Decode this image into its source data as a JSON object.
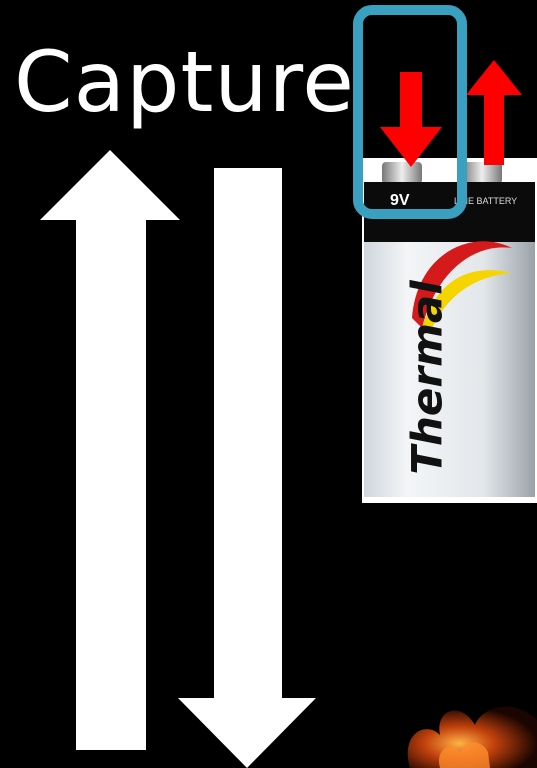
{
  "slide": {
    "title": "Capture",
    "background_color": "#000000"
  },
  "arrows": {
    "white_up": {
      "icon": "up-arrow-icon",
      "color": "#ffffff"
    },
    "white_down": {
      "icon": "down-arrow-icon",
      "color": "#ffffff"
    },
    "red_down": {
      "icon": "down-arrow-icon",
      "color": "#ff0000"
    },
    "red_up": {
      "icon": "up-arrow-icon",
      "color": "#ff0000"
    }
  },
  "battery": {
    "voltage": "9V",
    "type_label": "LINE BATTERY",
    "brand": "Thermal",
    "highlight_color": "#3aa0c0"
  },
  "decor": {
    "fire_icon": "flame-icon"
  }
}
